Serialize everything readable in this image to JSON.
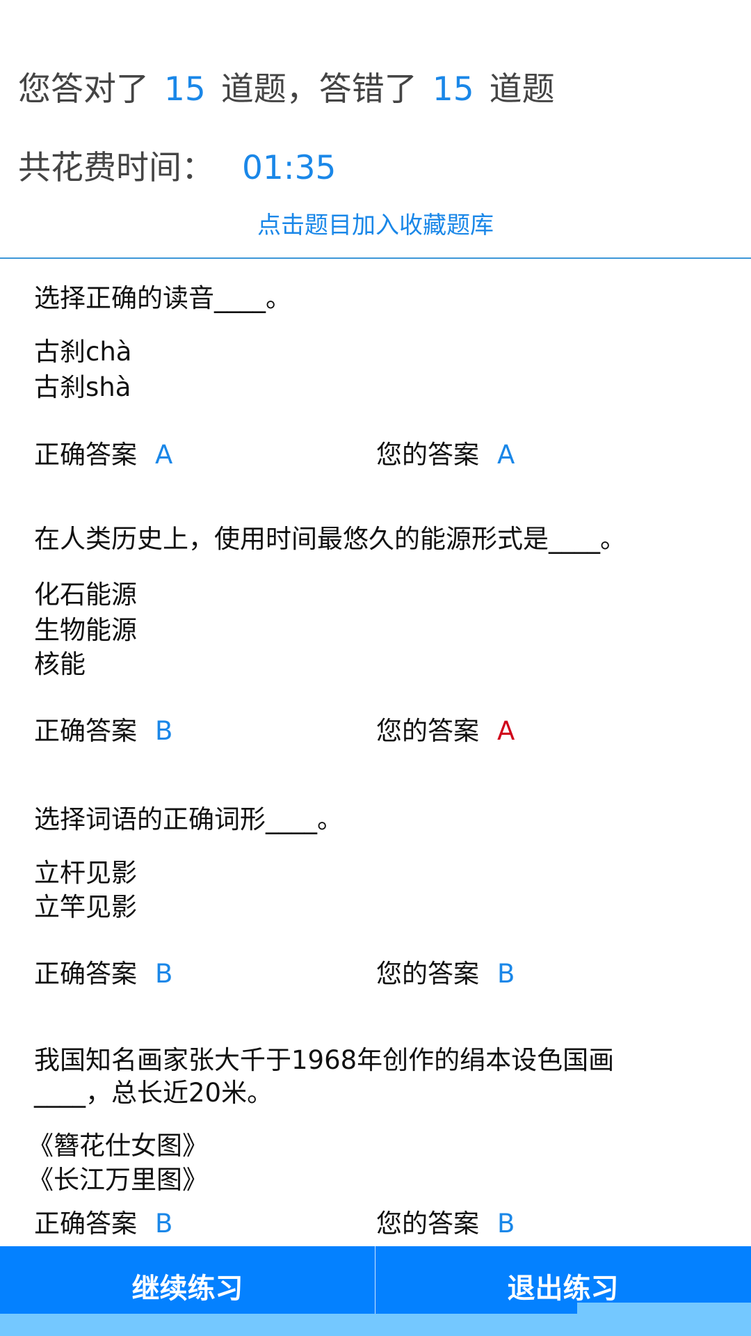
{
  "summary": {
    "correct_prefix": "您答对了",
    "correct_count": "15",
    "mid": "道题，答错了",
    "wrong_count": "15",
    "suffix": "道题",
    "time_label": "共花费时间：",
    "time_value": "01:35",
    "favorite_link": "点击题目加入收藏题库"
  },
  "labels": {
    "correct_answer": "正确答案",
    "your_answer": "您的答案"
  },
  "questions": [
    {
      "title": "选择正确的读音____。",
      "options": [
        "古刹chà",
        "古刹shà"
      ],
      "correct": "A",
      "yours": "A"
    },
    {
      "title": "在人类历史上，使用时间最悠久的能源形式是____。",
      "options": [
        "化石能源",
        "生物能源",
        "核能"
      ],
      "correct": "B",
      "yours": "A"
    },
    {
      "title": "选择词语的正确词形____。",
      "options": [
        "立杆见影",
        "立竿见影"
      ],
      "correct": "B",
      "yours": "B"
    },
    {
      "title": "我国知名画家张大千于1968年创作的绢本设色国画",
      "title2": "____，总长近20米。",
      "options": [
        "《簪花仕女图》",
        "《长江万里图》"
      ],
      "correct": "B",
      "yours": "B"
    }
  ],
  "buttons": {
    "continue": "继续练习",
    "exit": "退出练习"
  },
  "colors": {
    "accent": "#1a87e8",
    "wrong": "#d0021b",
    "bar": "#0481ff"
  }
}
